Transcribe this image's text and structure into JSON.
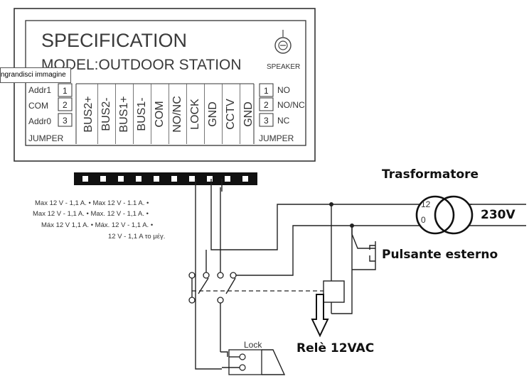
{
  "panel": {
    "title": "SPECIFICATION",
    "model": "MODEL:OUTDOOR STATION",
    "speaker_label": "SPEAKER",
    "left_jumper": {
      "rows": [
        {
          "label": "Addr1",
          "num": "1"
        },
        {
          "label": "COM",
          "num": "2"
        },
        {
          "label": "Addr0",
          "num": "3"
        }
      ],
      "label": "JUMPER"
    },
    "terminals": [
      "BUS2+",
      "BUS2-",
      "BUS1+",
      "BUS1-",
      "COM",
      "NO/NC",
      "LOCK",
      "GND",
      "CCTV",
      "GND"
    ],
    "right_jumper": {
      "rows": [
        {
          "num": "1",
          "label": "NO"
        },
        {
          "num": "2",
          "label": "NO/NC"
        },
        {
          "num": "3",
          "label": "NC"
        }
      ],
      "label": "JUMPER"
    }
  },
  "tooltip": "ngrandisci immagine",
  "notes": [
    "Max 12 V - 1,1 A. • Max 12 V - 1.1 A. •",
    "Max 12 V - 1,1 A. • Max. 12 V - 1,1 A. •",
    "Máx 12 V 1,1 A. • Máx. 12 V - 1,1 A. •",
    "12 V - 1,1 A το μέγ."
  ],
  "labels": {
    "transformer": "Trasformatore",
    "voltage": "230V",
    "tap_12": "12",
    "tap_0": "0",
    "button": "Pulsante esterno",
    "relay": "Relè 12VAC",
    "lock": "Lock"
  }
}
